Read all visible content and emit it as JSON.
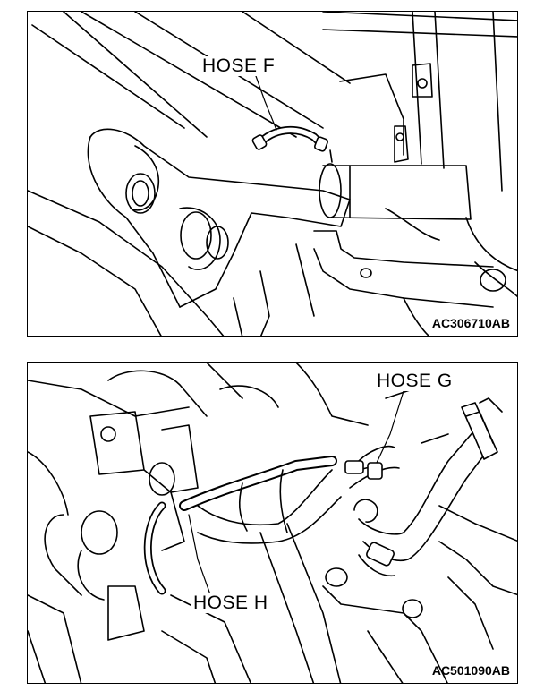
{
  "figures": [
    {
      "hose_label": "HOSE F",
      "figure_code": "AC306710AB"
    },
    {
      "hose_label_g": "HOSE G",
      "hose_label_h": "HOSE H",
      "figure_code": "AC501090AB"
    }
  ]
}
